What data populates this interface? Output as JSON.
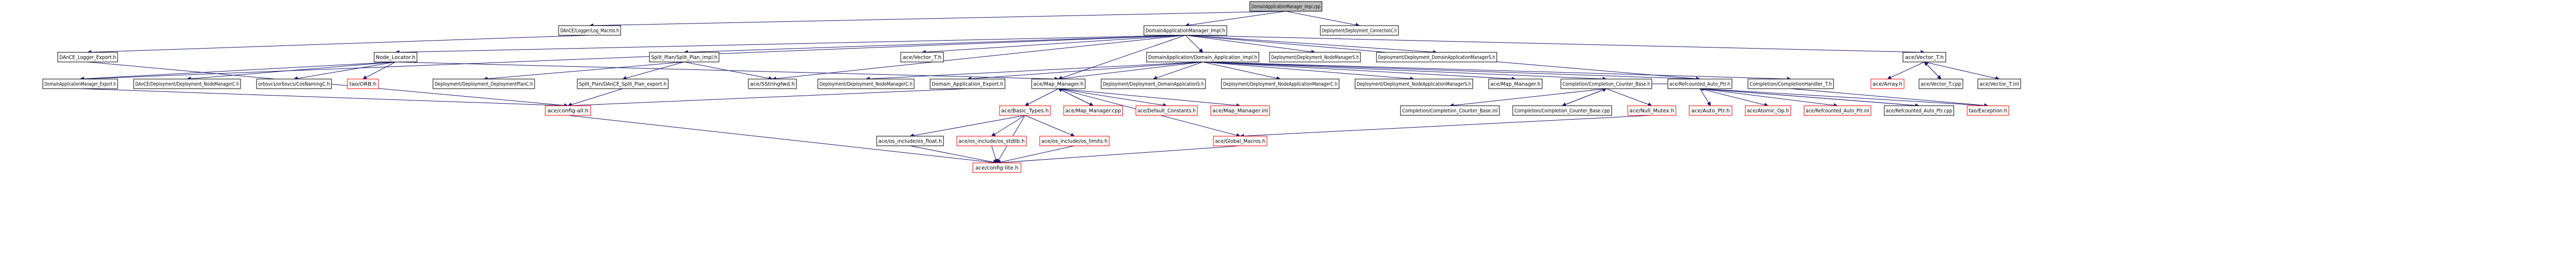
{
  "graph": {
    "colors": {
      "root_fill": "#bfbfbf",
      "node_fill": "#ffffff",
      "node_border": "#000000",
      "missing_border": "#ff0000",
      "edge": "#191970"
    },
    "nodes": [
      {
        "id": "root",
        "label": "DomainApplicationManager_Impl.cpp",
        "kind": "root"
      },
      {
        "id": "logmacros",
        "label": "DAnCE/Logger/Log_Macros.h",
        "kind": "file"
      },
      {
        "id": "dm_connC",
        "label": "Deployment/Deployment_ConnectionC.h",
        "kind": "file"
      },
      {
        "id": "dam_impl_h",
        "label": "DomainApplicationManager_Impl.h",
        "kind": "file"
      },
      {
        "id": "dance_logger_export",
        "label": "DAnCE_Logger_Export.h",
        "kind": "file"
      },
      {
        "id": "node_locator",
        "label": "Node_Locator.h",
        "kind": "file"
      },
      {
        "id": "split_plan_impl",
        "label": "Split_Plan/Split_Plan_impl.h",
        "kind": "file"
      },
      {
        "id": "ace_vector_t_top",
        "label": "ace/Vector_T.h",
        "kind": "file"
      },
      {
        "id": "da_impl_h",
        "label": "DomainApplication/Domain_Application_Impl.h",
        "kind": "file"
      },
      {
        "id": "dm_nodemgrS",
        "label": "Deployment/Deployment_NodeManagerS.h",
        "kind": "file"
      },
      {
        "id": "dm_damS",
        "label": "Deployment/Deployment_DomainApplicationManagerS.h",
        "kind": "file"
      },
      {
        "id": "ace_vector_t_right",
        "label": "ace/Vector_T.h",
        "kind": "file"
      },
      {
        "id": "dam_export",
        "label": "DomainApplicationManager_Export.h",
        "kind": "file"
      },
      {
        "id": "dance_nodemgrC",
        "label": "DAnCE/Deployment/Deployment_NodeManagerC.h",
        "kind": "file"
      },
      {
        "id": "orbsvcs_naming",
        "label": "orbsvcs/orbsvcs/CosNamingC.h",
        "kind": "file"
      },
      {
        "id": "tao_orb",
        "label": "tao/ORB.h",
        "kind": "missing"
      },
      {
        "id": "dm_planC",
        "label": "Deployment/Deployment_DeploymentPlanC.h",
        "kind": "file"
      },
      {
        "id": "dance_split_export",
        "label": "Split_Plan/DAnCE_Split_Plan_export.h",
        "kind": "file"
      },
      {
        "id": "ace_sstring",
        "label": "ace/SStringfwd.h",
        "kind": "file"
      },
      {
        "id": "dm_nodemgrC2",
        "label": "Deployment/Deployment_NodeManagerC.h",
        "kind": "file"
      },
      {
        "id": "da_export",
        "label": "Domain_Application_Export.h",
        "kind": "file"
      },
      {
        "id": "ace_map_manager_h",
        "label": "ace/Map_Manager.h",
        "kind": "file"
      },
      {
        "id": "dm_daS",
        "label": "Deployment/Deployment_DomainApplicationS.h",
        "kind": "file"
      },
      {
        "id": "dm_namC",
        "label": "Deployment/Deployment_NodeApplicationManagerC.h",
        "kind": "file"
      },
      {
        "id": "dm_namS",
        "label": "Deployment/Deployment_NodeApplicationManagerS.h",
        "kind": "file"
      },
      {
        "id": "ace_map_manager_h2",
        "label": "ace/Map_Manager.h",
        "kind": "file"
      },
      {
        "id": "ccb_h",
        "label": "Completion/Completion_Counter_Base.h",
        "kind": "file"
      },
      {
        "id": "refcounted_auto_ptr_h",
        "label": "ace/Refcounted_Auto_Ptr.h",
        "kind": "file"
      },
      {
        "id": "completion_handler",
        "label": "Completion/CompletionHandler_T.h",
        "kind": "file"
      },
      {
        "id": "ace_array",
        "label": "ace/Array.h",
        "kind": "missing"
      },
      {
        "id": "ace_vector_tcpp",
        "label": "ace/Vector_T.cpp",
        "kind": "file"
      },
      {
        "id": "ace_vector_tinl",
        "label": "ace/Vector_T.inl",
        "kind": "file"
      },
      {
        "id": "ace_config_all",
        "label": "ace/config-all.h",
        "kind": "missing"
      },
      {
        "id": "ace_basic_types",
        "label": "ace/Basic_Types.h",
        "kind": "missing"
      },
      {
        "id": "ace_map_manager_cpp",
        "label": "ace/Map_Manager.cpp",
        "kind": "missing"
      },
      {
        "id": "ace_default_constants",
        "label": "ace/Default_Constants.h",
        "kind": "missing"
      },
      {
        "id": "ace_map_manager_inl",
        "label": "ace/Map_Manager.inl",
        "kind": "missing"
      },
      {
        "id": "ccb_inl",
        "label": "Completion/Completion_Counter_Base.inl",
        "kind": "file"
      },
      {
        "id": "ccb_cpp",
        "label": "Completion/Completion_Counter_Base.cpp",
        "kind": "file"
      },
      {
        "id": "ace_null_mutex",
        "label": "ace/Null_Mutex.h",
        "kind": "missing"
      },
      {
        "id": "ace_auto_ptr",
        "label": "ace/Auto_Ptr.h",
        "kind": "missing"
      },
      {
        "id": "ace_atomic_op",
        "label": "ace/Atomic_Op.h",
        "kind": "missing"
      },
      {
        "id": "refcounted_auto_ptr_inl",
        "label": "ace/Refcounted_Auto_Ptr.inl",
        "kind": "missing"
      },
      {
        "id": "refcounted_auto_ptr_cpp",
        "label": "ace/Refcounted_Auto_Ptr.cpp",
        "kind": "file"
      },
      {
        "id": "tao_exception",
        "label": "tao/Exception.h",
        "kind": "missing"
      },
      {
        "id": "ace_os_float",
        "label": "ace/os_include/os_float.h",
        "kind": "file"
      },
      {
        "id": "ace_os_stdlib",
        "label": "ace/os_include/os_stdlib.h",
        "kind": "missing"
      },
      {
        "id": "ace_os_limits",
        "label": "ace/os_include/os_limits.h",
        "kind": "missing"
      },
      {
        "id": "ace_global_macros",
        "label": "ace/Global_Macros.h",
        "kind": "missing"
      },
      {
        "id": "ace_config_lite",
        "label": "ace/config-lite.h",
        "kind": "missing"
      }
    ],
    "edges": [
      [
        "root",
        "logmacros"
      ],
      [
        "root",
        "dm_connC"
      ],
      [
        "root",
        "dam_impl_h"
      ],
      [
        "logmacros",
        "dance_logger_export"
      ],
      [
        "dam_impl_h",
        "node_locator"
      ],
      [
        "dam_impl_h",
        "split_plan_impl"
      ],
      [
        "dam_impl_h",
        "ace_vector_t_top"
      ],
      [
        "dam_impl_h",
        "da_impl_h"
      ],
      [
        "dam_impl_h",
        "dm_nodemgrS"
      ],
      [
        "dam_impl_h",
        "dm_damS"
      ],
      [
        "dam_impl_h",
        "ace_vector_t_right"
      ],
      [
        "dam_impl_h",
        "dam_export"
      ],
      [
        "dam_impl_h",
        "ace_sstring"
      ],
      [
        "dam_impl_h",
        "ace_map_manager_h"
      ],
      [
        "dam_impl_h",
        "refcounted_auto_ptr_h"
      ],
      [
        "dance_logger_export",
        "ace_config_all"
      ],
      [
        "node_locator",
        "dam_export"
      ],
      [
        "node_locator",
        "dance_nodemgrC"
      ],
      [
        "node_locator",
        "orbsvcs_naming"
      ],
      [
        "node_locator",
        "tao_orb"
      ],
      [
        "node_locator",
        "ace_map_manager_h"
      ],
      [
        "dam_export",
        "ace_config_all"
      ],
      [
        "split_plan_impl",
        "dm_planC"
      ],
      [
        "split_plan_impl",
        "dance_split_export"
      ],
      [
        "split_plan_impl",
        "ace_sstring"
      ],
      [
        "dance_split_export",
        "ace_config_all"
      ],
      [
        "da_impl_h",
        "dm_nodemgrC2"
      ],
      [
        "da_impl_h",
        "da_export"
      ],
      [
        "da_impl_h",
        "ace_map_manager_h"
      ],
      [
        "da_impl_h",
        "dm_daS"
      ],
      [
        "da_impl_h",
        "dm_namC"
      ],
      [
        "da_impl_h",
        "dm_namS"
      ],
      [
        "da_impl_h",
        "ace_map_manager_h2"
      ],
      [
        "da_impl_h",
        "ccb_h"
      ],
      [
        "da_impl_h",
        "refcounted_auto_ptr_h"
      ],
      [
        "da_impl_h",
        "completion_handler"
      ],
      [
        "da_export",
        "ace_config_all"
      ],
      [
        "ace_map_manager_h",
        "ace_basic_types"
      ],
      [
        "ace_map_manager_h",
        "ace_map_manager_cpp"
      ],
      [
        "ace_map_manager_h",
        "ace_default_constants"
      ],
      [
        "ace_map_manager_h",
        "ace_map_manager_inl"
      ],
      [
        "ace_map_manager_h",
        "ace_global_macros"
      ],
      [
        "ace_map_manager_cpp",
        "ace_map_manager_h"
      ],
      [
        "ccb_h",
        "ccb_inl"
      ],
      [
        "ccb_h",
        "ccb_cpp"
      ],
      [
        "ccb_h",
        "ace_null_mutex"
      ],
      [
        "ccb_h",
        "refcounted_auto_ptr_h"
      ],
      [
        "ccb_cpp",
        "ccb_h"
      ],
      [
        "refcounted_auto_ptr_h",
        "ace_auto_ptr"
      ],
      [
        "refcounted_auto_ptr_h",
        "ace_atomic_op"
      ],
      [
        "refcounted_auto_ptr_h",
        "refcounted_auto_ptr_inl"
      ],
      [
        "refcounted_auto_ptr_h",
        "refcounted_auto_ptr_cpp"
      ],
      [
        "refcounted_auto_ptr_h",
        "tao_exception"
      ],
      [
        "refcounted_auto_ptr_cpp",
        "refcounted_auto_ptr_h"
      ],
      [
        "completion_handler",
        "tao_exception"
      ],
      [
        "ace_vector_t_right",
        "ace_array"
      ],
      [
        "ace_vector_t_right",
        "ace_vector_tcpp"
      ],
      [
        "ace_vector_t_right",
        "ace_vector_tinl"
      ],
      [
        "ace_vector_tcpp",
        "ace_vector_t_right"
      ],
      [
        "ace_basic_types",
        "ace_os_float"
      ],
      [
        "ace_basic_types",
        "ace_os_stdlib"
      ],
      [
        "ace_basic_types",
        "ace_os_limits"
      ],
      [
        "ace_basic_types",
        "ace_config_lite"
      ],
      [
        "ace_os_float",
        "ace_config_lite"
      ],
      [
        "ace_os_stdlib",
        "ace_config_lite"
      ],
      [
        "ace_os_limits",
        "ace_config_lite"
      ],
      [
        "ace_null_mutex",
        "ace_global_macros"
      ],
      [
        "ace_global_macros",
        "ace_config_lite"
      ],
      [
        "ace_config_all",
        "ace_config_lite"
      ]
    ]
  }
}
